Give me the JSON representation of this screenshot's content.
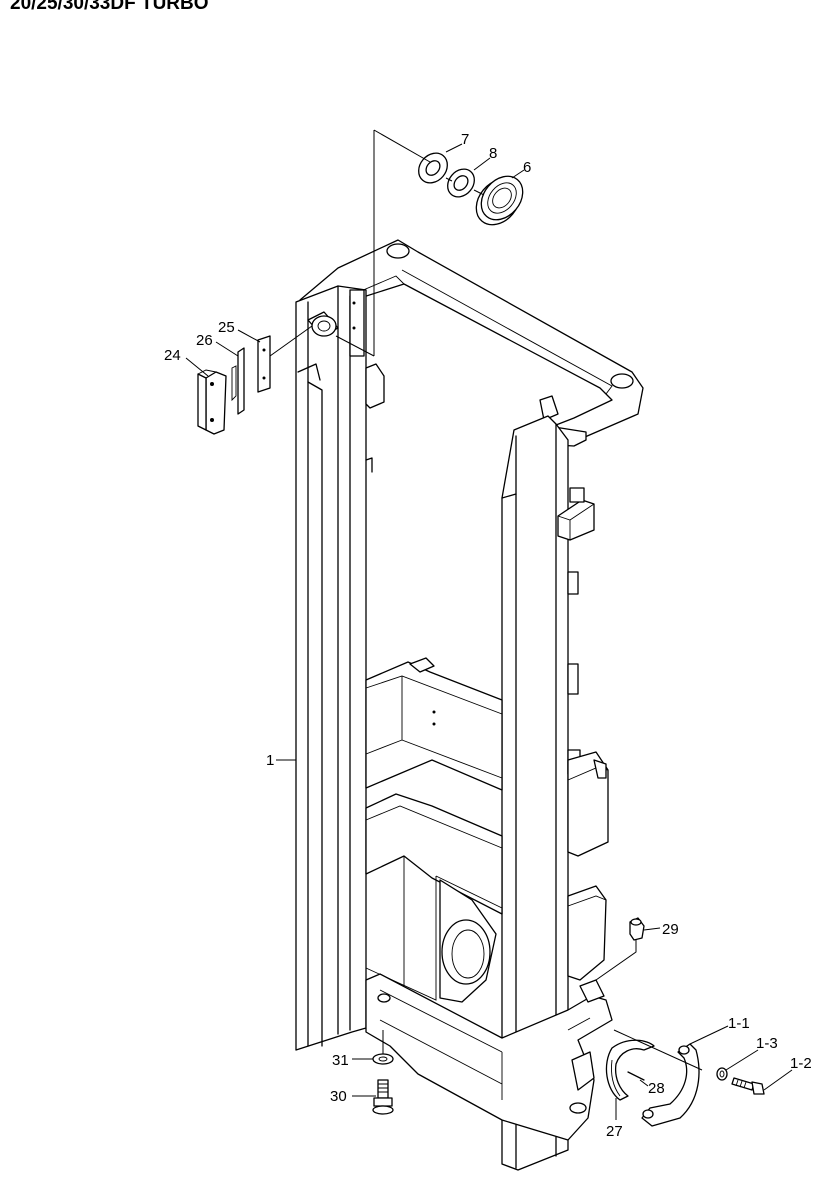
{
  "header": {
    "title": "20/25/30/33DF TURBO"
  },
  "callouts": {
    "c1": "1",
    "c1_1": "1-1",
    "c1_2": "1-2",
    "c1_3": "1-3",
    "c6": "6",
    "c7": "7",
    "c8": "8",
    "c24": "24",
    "c25": "25",
    "c26": "26",
    "c27": "27",
    "c28": "28",
    "c29": "29",
    "c30": "30",
    "c31": "31"
  }
}
